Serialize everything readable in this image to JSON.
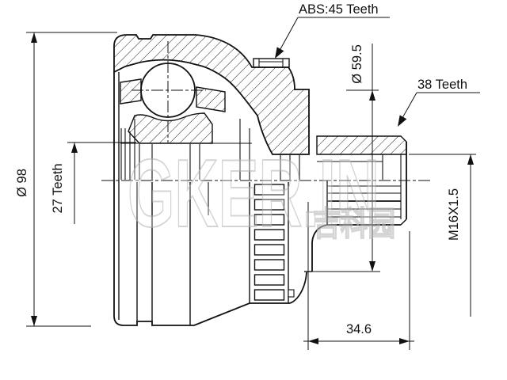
{
  "drawing": {
    "type": "CV joint outer race cross-section technical drawing",
    "dimensions": {
      "abs_ring": "ABS:45 Teeth",
      "outer_diameter": "Ø 98",
      "inner_spline": "27 Teeth",
      "flange_diameter": "Ø 59.5",
      "shaft_spline": "38 Teeth",
      "thread": "M16X1.5",
      "stub_length": "34.6"
    },
    "watermark": {
      "brand": "GKER.IN",
      "cjk": "吉科园"
    },
    "colors": {
      "line": "#111111",
      "background": "#ffffff",
      "watermark_stroke": "#b8b8b8"
    }
  }
}
